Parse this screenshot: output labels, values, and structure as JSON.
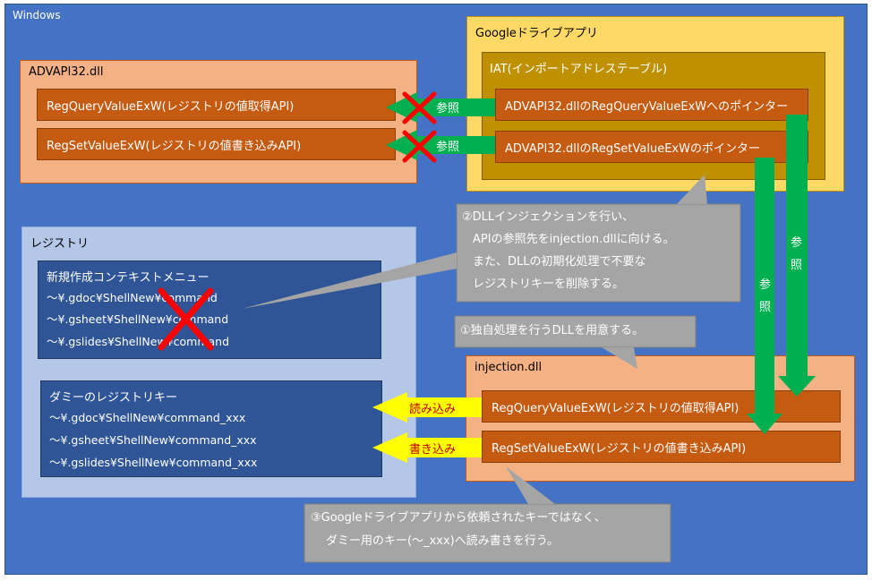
{
  "windows": {
    "label": "Windows"
  },
  "advapi": {
    "title": "ADVAPI32.dll",
    "query": "RegQueryValueExW(レジストリの値取得API)",
    "set": "RegSetValueExW(レジストリの値書き込みAPI)"
  },
  "gdrive": {
    "title": "Googleドライブアプリ",
    "iat_title": "IAT(インポートアドレステーブル)",
    "ptr_query": "ADVAPI32.dllのRegQueryValueExWへのポインター",
    "ptr_set": "ADVAPI32.dllのRegSetValueExWのポインター"
  },
  "arrows": {
    "ref1": "参照",
    "ref2": "参照",
    "ref_v1": [
      "参",
      "照"
    ],
    "ref_v2": [
      "参",
      "照"
    ],
    "read": "読み込み",
    "write": "書き込み"
  },
  "callout2": {
    "lines": [
      "②DLLインジェクションを行い、",
      "APIの参照先をinjection.dllに向ける。",
      "また、DLLの初期化処理で不要な",
      "レジストリキーを削除する。"
    ]
  },
  "callout1": {
    "text": "①独自処理を行うDLLを用意する。"
  },
  "callout3": {
    "lines": [
      "③Googleドライブアプリから依頼されたキーではなく、",
      "ダミー用のキー(〜_xxx)へ読み書きを行う。"
    ]
  },
  "registry": {
    "title": "レジストリ",
    "new_menu": {
      "title": "新規作成コンテキストメニュー",
      "items": [
        "〜¥.gdoc¥ShellNew¥command",
        "〜¥.gsheet¥ShellNew¥command",
        "〜¥.gslides¥ShellNew¥command"
      ]
    },
    "dummy": {
      "title": "ダミーのレジストリキー",
      "items": [
        "〜¥.gdoc¥ShellNew¥command_xxx",
        "〜¥.gsheet¥ShellNew¥command_xxx",
        "〜¥.gslides¥ShellNew¥command_xxx"
      ]
    }
  },
  "injection": {
    "title": "injection.dll",
    "query": "RegQueryValueExW(レジストリの値取得API)",
    "set": "RegSetValueExW(レジストリの値書き込みAPI)"
  },
  "colors": {
    "background": "#4472c4",
    "dll_box": "#f4b183",
    "bar": "#c55a11",
    "gdrive": "#ffd966",
    "iat": "#bf9000",
    "registry": "#b4c7e7",
    "registry_inner": "#2f5597",
    "callout": "#a5a5a5",
    "ref_arrow": "#00b050",
    "rw_arrow": "#ffff00",
    "cross": "#ff0000"
  }
}
